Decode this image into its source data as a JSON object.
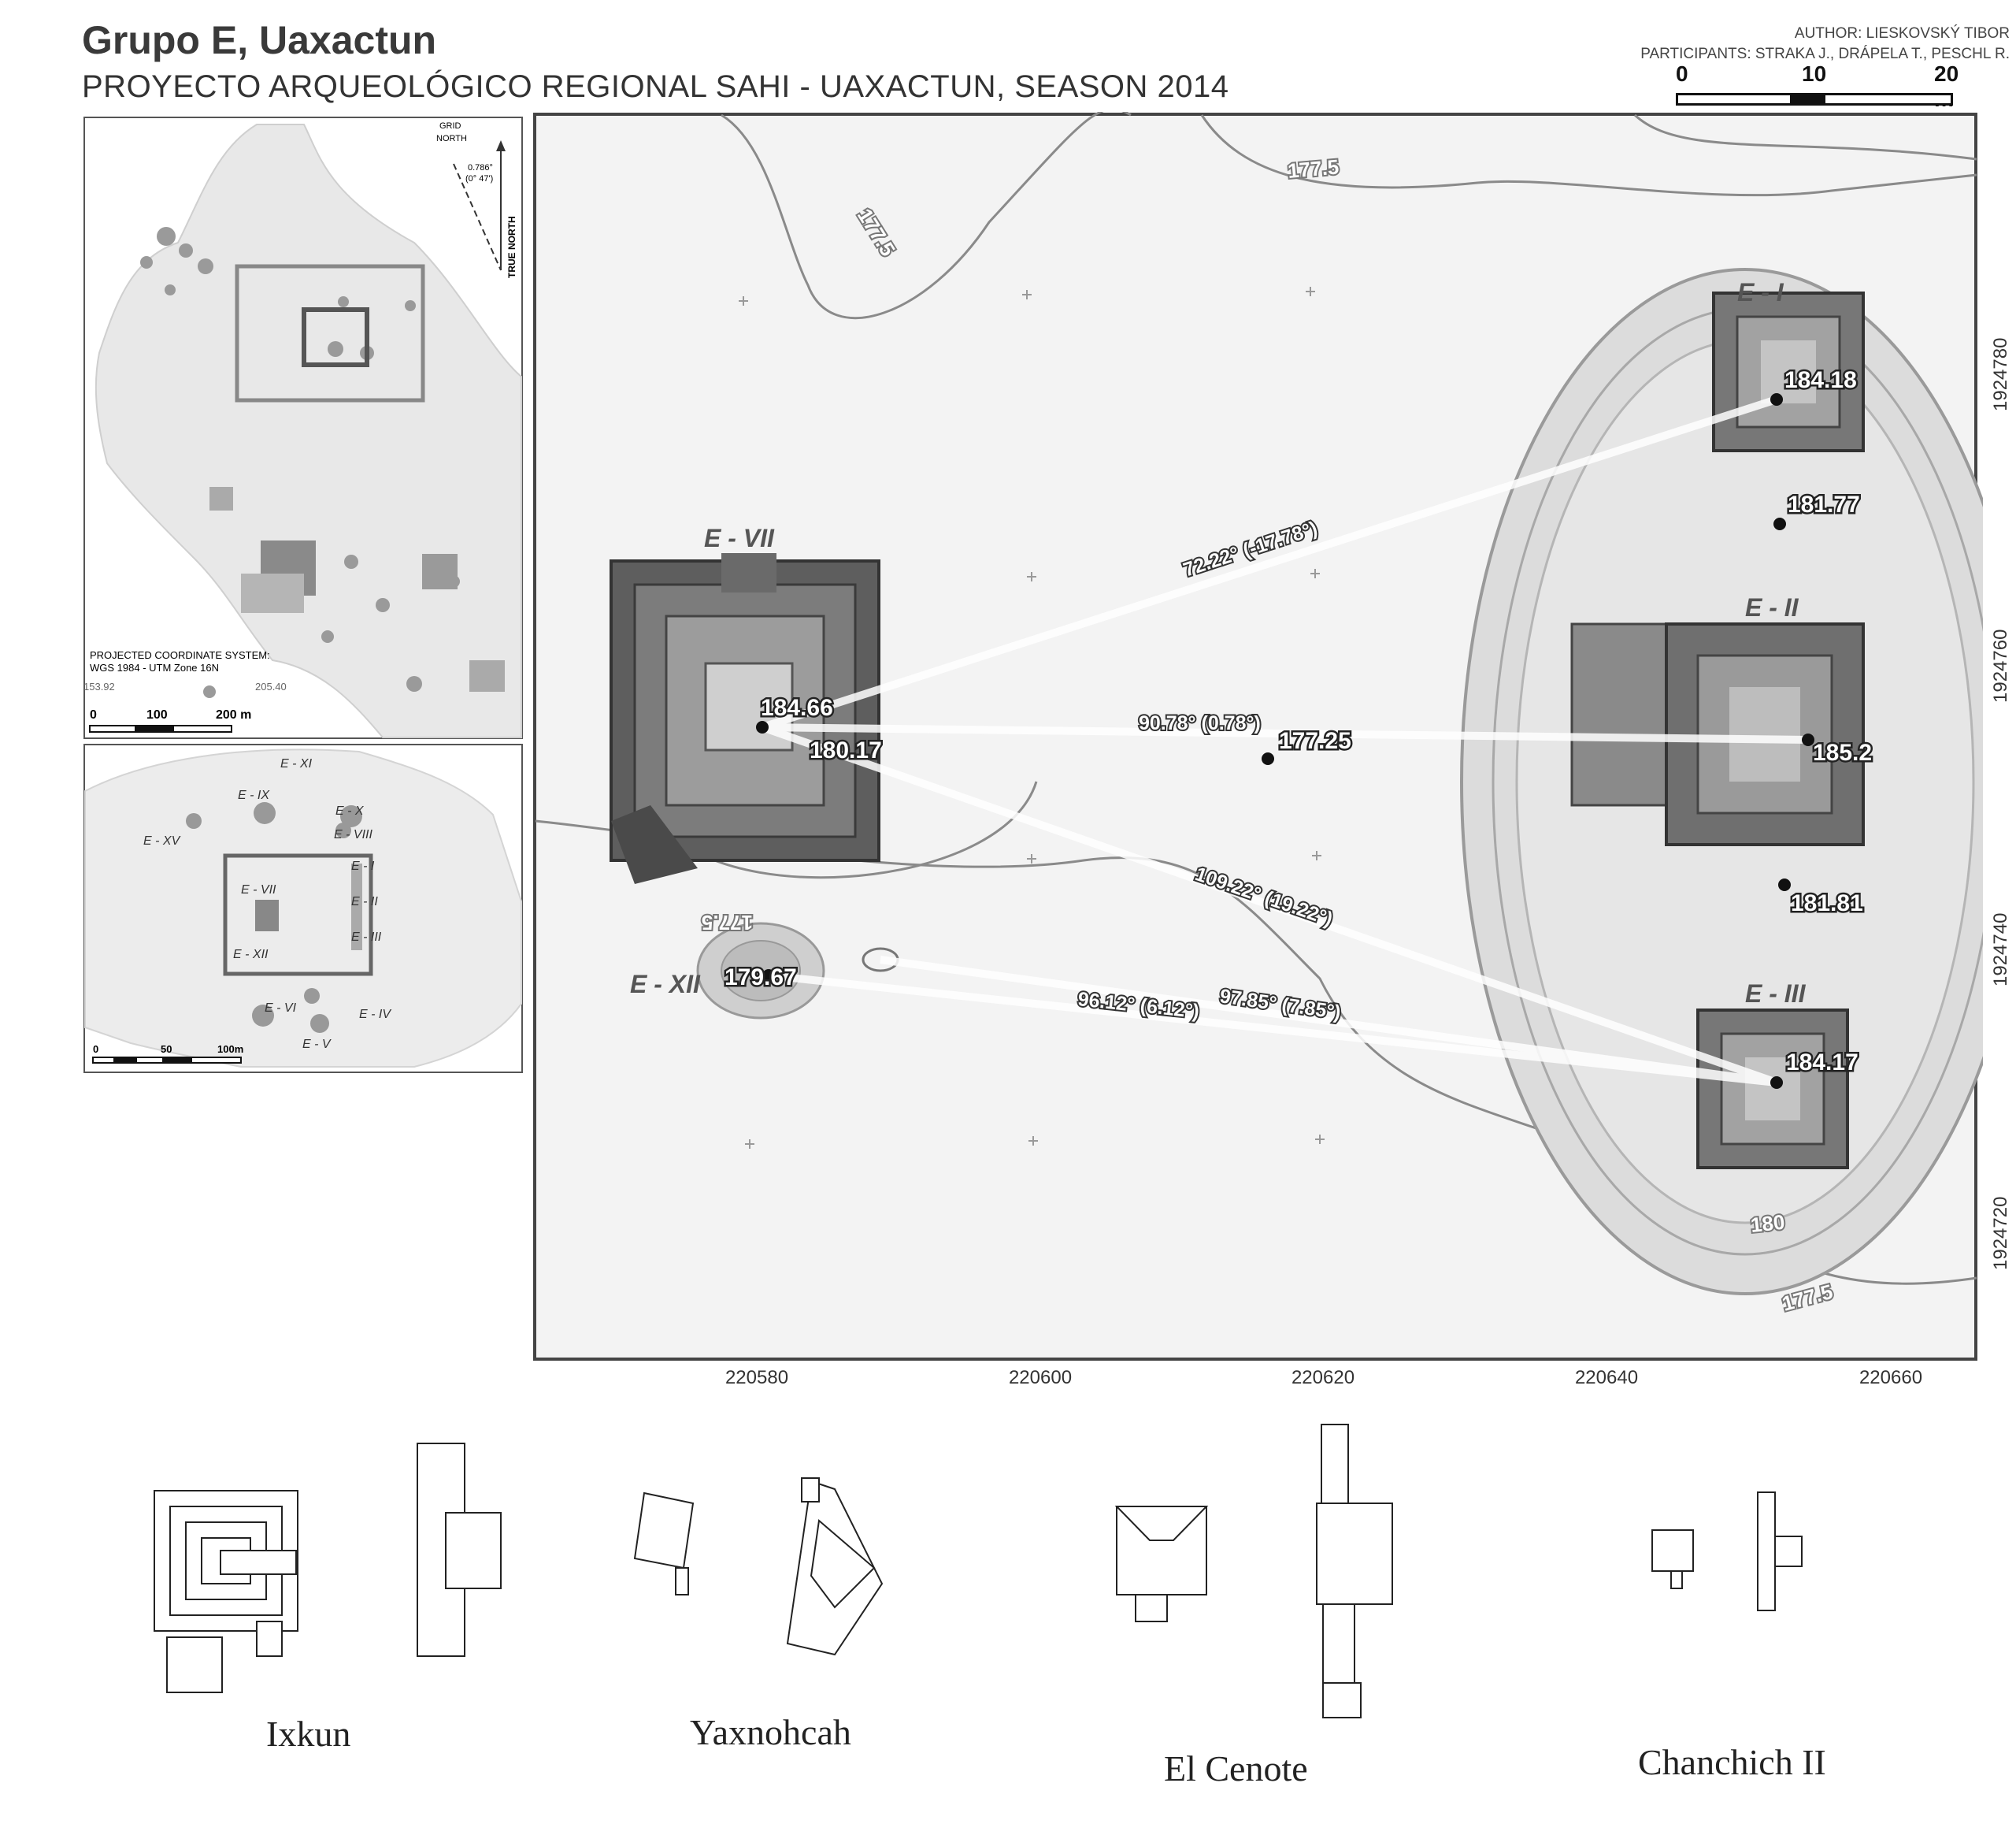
{
  "header": {
    "title": "Grupo E, Uaxactun",
    "subtitle": "PROYECTO ARQUEOLÓGICO REGIONAL SAHI - UAXACTUN, SEASON 2014",
    "author": "AUTHOR: LIESKOVSKÝ TIBOR",
    "participants": "PARTICIPANTS: STRAKA J., DRÁPELA T., PESCHL R."
  },
  "scale_main": {
    "labels": [
      "0",
      "10",
      "20 m"
    ]
  },
  "inset_overview": {
    "grid_north": "GRID\nNORTH",
    "true_north": "TRUE NORTH",
    "declination": "0.786°",
    "declination_dms": "(0° 47')",
    "crs_title": "PROJECTED COORDINATE SYSTEM:",
    "crs_name": "WGS 1984 - UTM Zone 16N",
    "legend_min": "153.92",
    "legend_max": "205.40",
    "scale_labels": [
      "0",
      "100",
      "200 m"
    ]
  },
  "inset_group": {
    "labels": [
      "E - XI",
      "E - IX",
      "E - X",
      "E - VIII",
      "E - XV",
      "E - I",
      "E - VII",
      "E - II",
      "E - III",
      "E - XII",
      "E - VI",
      "E - IV",
      "E - V"
    ],
    "scale_labels": [
      "0",
      "50",
      "100m"
    ]
  },
  "main_map": {
    "structures": [
      "E - I",
      "E - II",
      "E - III",
      "E - VII",
      "E - XII"
    ],
    "elevations": [
      "184.18",
      "181.77",
      "185.2",
      "181.81",
      "184.17",
      "184.66",
      "180.17",
      "177.25",
      "179.67"
    ],
    "contours": [
      "177.5",
      "177.5",
      "177.5",
      "180",
      "177.5"
    ],
    "bearings": [
      "72.22° (-17.78°)",
      "90.78° (0.78°)",
      "109.22° (19.22°)",
      "96.12° (6.12°)",
      "97.85° (7.85°)"
    ],
    "x_ticks": [
      "220580",
      "220600",
      "220620",
      "220640",
      "220660"
    ],
    "y_ticks": [
      "1924780",
      "1924760",
      "1924740",
      "1924720"
    ]
  },
  "comparisons": [
    "Ixkun",
    "Yaxnohcah",
    "El Cenote",
    "Chanchich II"
  ],
  "colors": {
    "ink": "#222222",
    "frame": "#444444",
    "map_bg": "#f2f2f2",
    "sightline": "#ffffff"
  }
}
